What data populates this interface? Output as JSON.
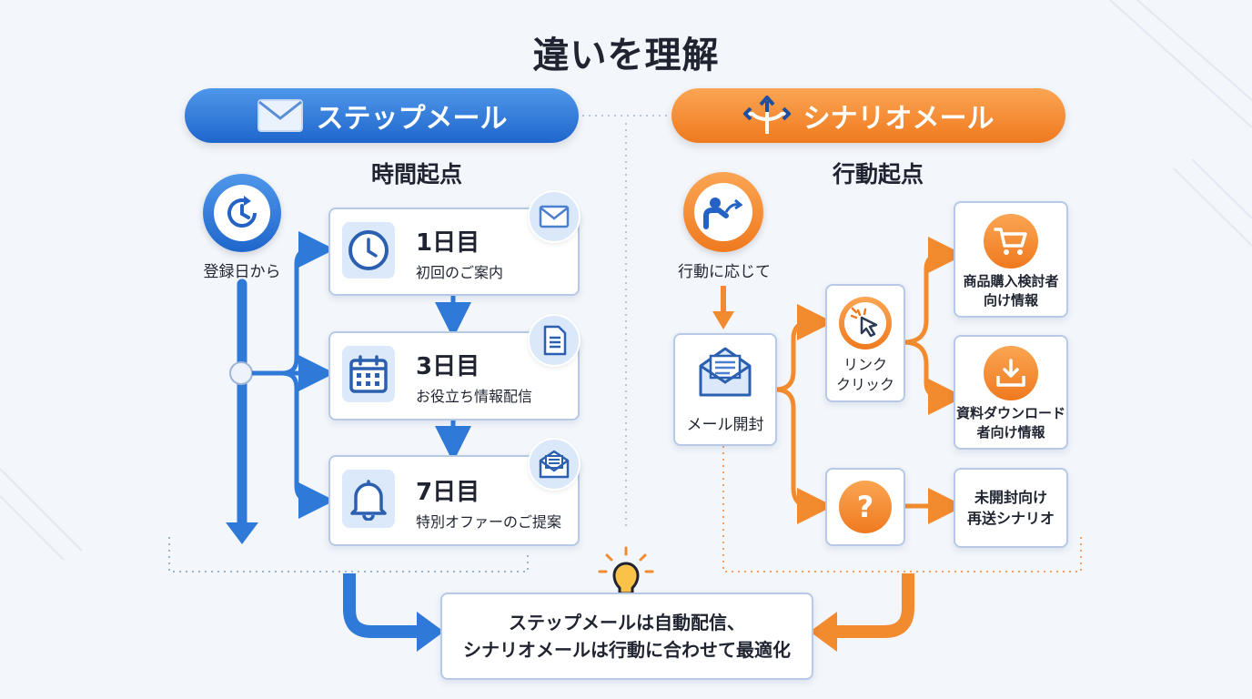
{
  "title": "違いを理解",
  "step": {
    "header": "ステップメール",
    "basis": "時間起点",
    "start_label": "登録日から",
    "cards": [
      {
        "day": "1日目",
        "desc": "初回のご案内"
      },
      {
        "day": "3日目",
        "desc": "お役立ち情報配信"
      },
      {
        "day": "7日目",
        "desc": "特別オファーのご提案"
      }
    ]
  },
  "scenario": {
    "header": "シナリオメール",
    "basis": "行動起点",
    "start_label": "行動に応じて",
    "open_label": "メール開封",
    "click_label": [
      "リンク",
      "クリック"
    ],
    "results": [
      {
        "lines": [
          "商品購入検討者",
          "向け情報"
        ]
      },
      {
        "lines": [
          "資料ダウンロード",
          "者向け情報"
        ]
      },
      {
        "lines": [
          "未開封向け",
          "再送シナリオ"
        ]
      }
    ]
  },
  "summary": {
    "line1": "ステップメールは自動配信、",
    "line2": "シナリオメールは行動に合わせて最適化"
  },
  "colors": {
    "blue": "#2f7ad9",
    "orange": "#f28a2e",
    "background": "#f3f6fb"
  }
}
